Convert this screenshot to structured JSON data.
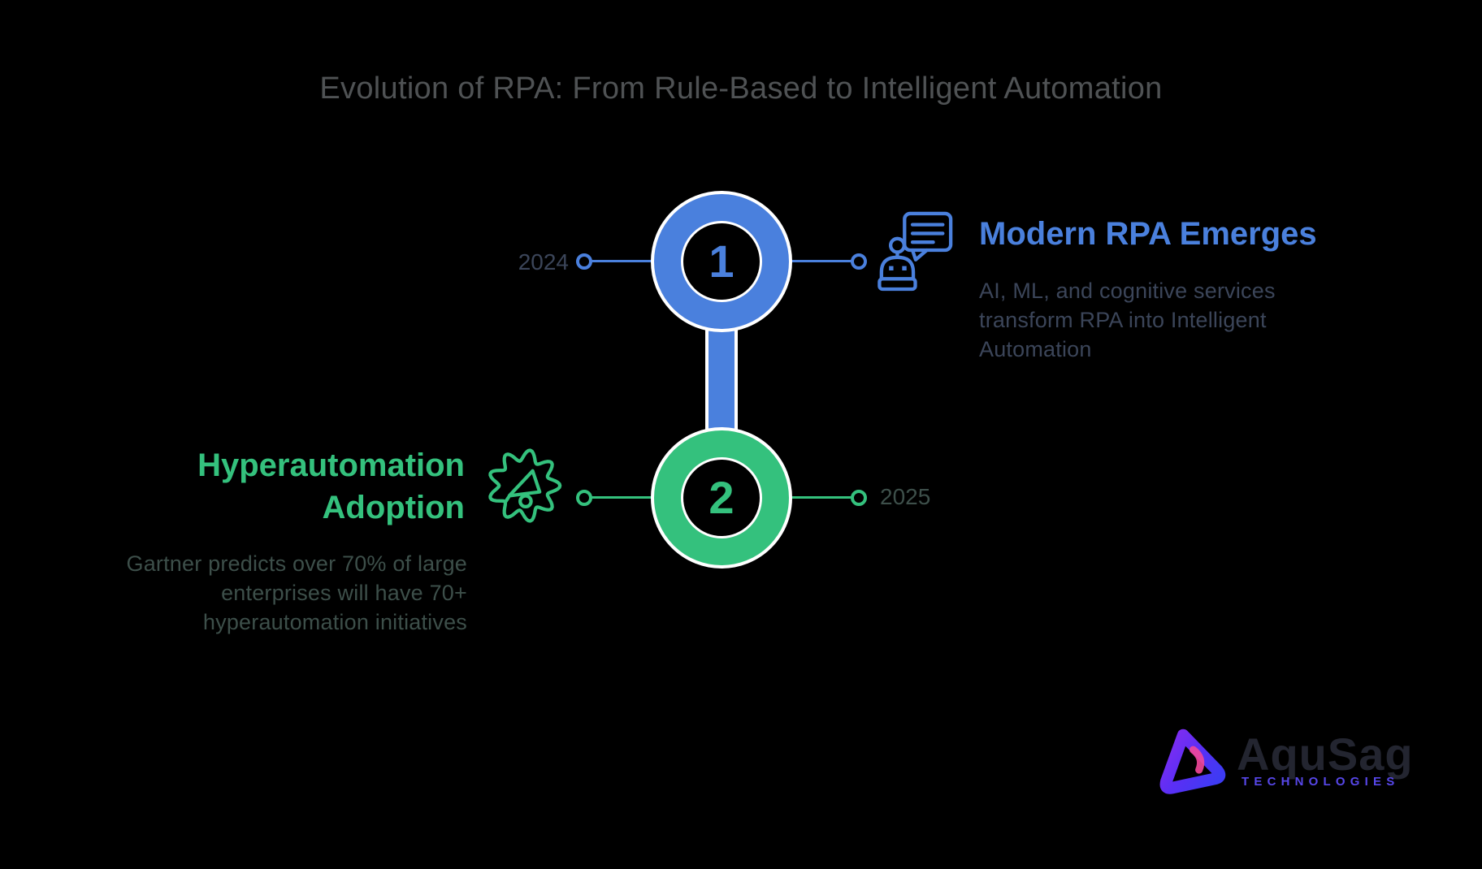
{
  "title": "Evolution of RPA: From Rule-Based to Intelligent Automation",
  "colors": {
    "blue": "#4a80dd",
    "green": "#34c17d",
    "titletext": "#4f5254",
    "slateblue": "#3b4559",
    "slategreen": "#3d4f4a",
    "logotext": "#232530",
    "logopurple": "#5747e9"
  },
  "timeline": {
    "steps": [
      {
        "number": "1",
        "year": "2024",
        "heading": "Modern RPA Emerges",
        "description": "AI, ML, and cognitive services transform RPA into Intelligent Automation",
        "icon": "robot-chat-icon"
      },
      {
        "number": "2",
        "year": "2025",
        "heading": "Hyperautomation Adoption",
        "description": "Gartner predicts over 70% of large enterprises will have 70+ hyperautomation initiatives",
        "icon": "gear-megaphone-icon"
      }
    ]
  },
  "logo": {
    "name": "AquSag",
    "subtitle": "TECHNOLOGIES"
  }
}
